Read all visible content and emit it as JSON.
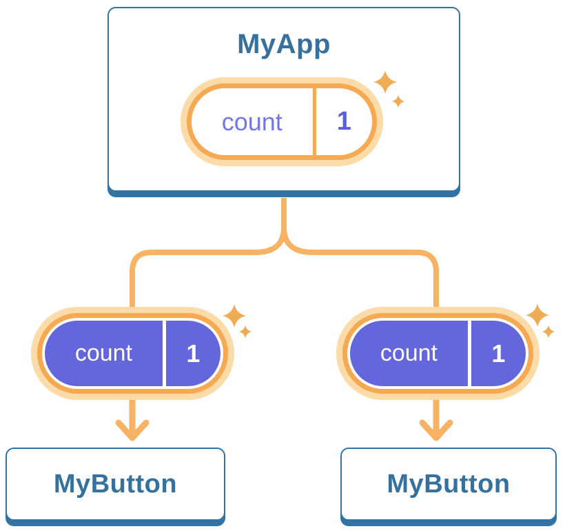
{
  "tree": {
    "root": {
      "title": "MyApp",
      "state_pill": {
        "label": "count",
        "value": "1"
      }
    },
    "children": [
      {
        "pill": {
          "label": "count",
          "value": "1"
        },
        "title": "MyButton"
      },
      {
        "pill": {
          "label": "count",
          "value": "1"
        },
        "title": "MyButton"
      }
    ]
  },
  "icons": {
    "sparkle": "four-point-star",
    "arrow": "chevron-down-arrow"
  },
  "colors": {
    "card_border": "#3273A5",
    "card_text": "#36719D",
    "orange_ring": "#F5A952",
    "orange_glow": "#FBDBA7",
    "connector": "#F7B264",
    "sparkle": "#F0AC55",
    "pill_fill": "#6467DB",
    "pill_label_text": "#7477E3",
    "pill_value_text": "#5A60DC",
    "page_bg": "#FFFFFF"
  }
}
